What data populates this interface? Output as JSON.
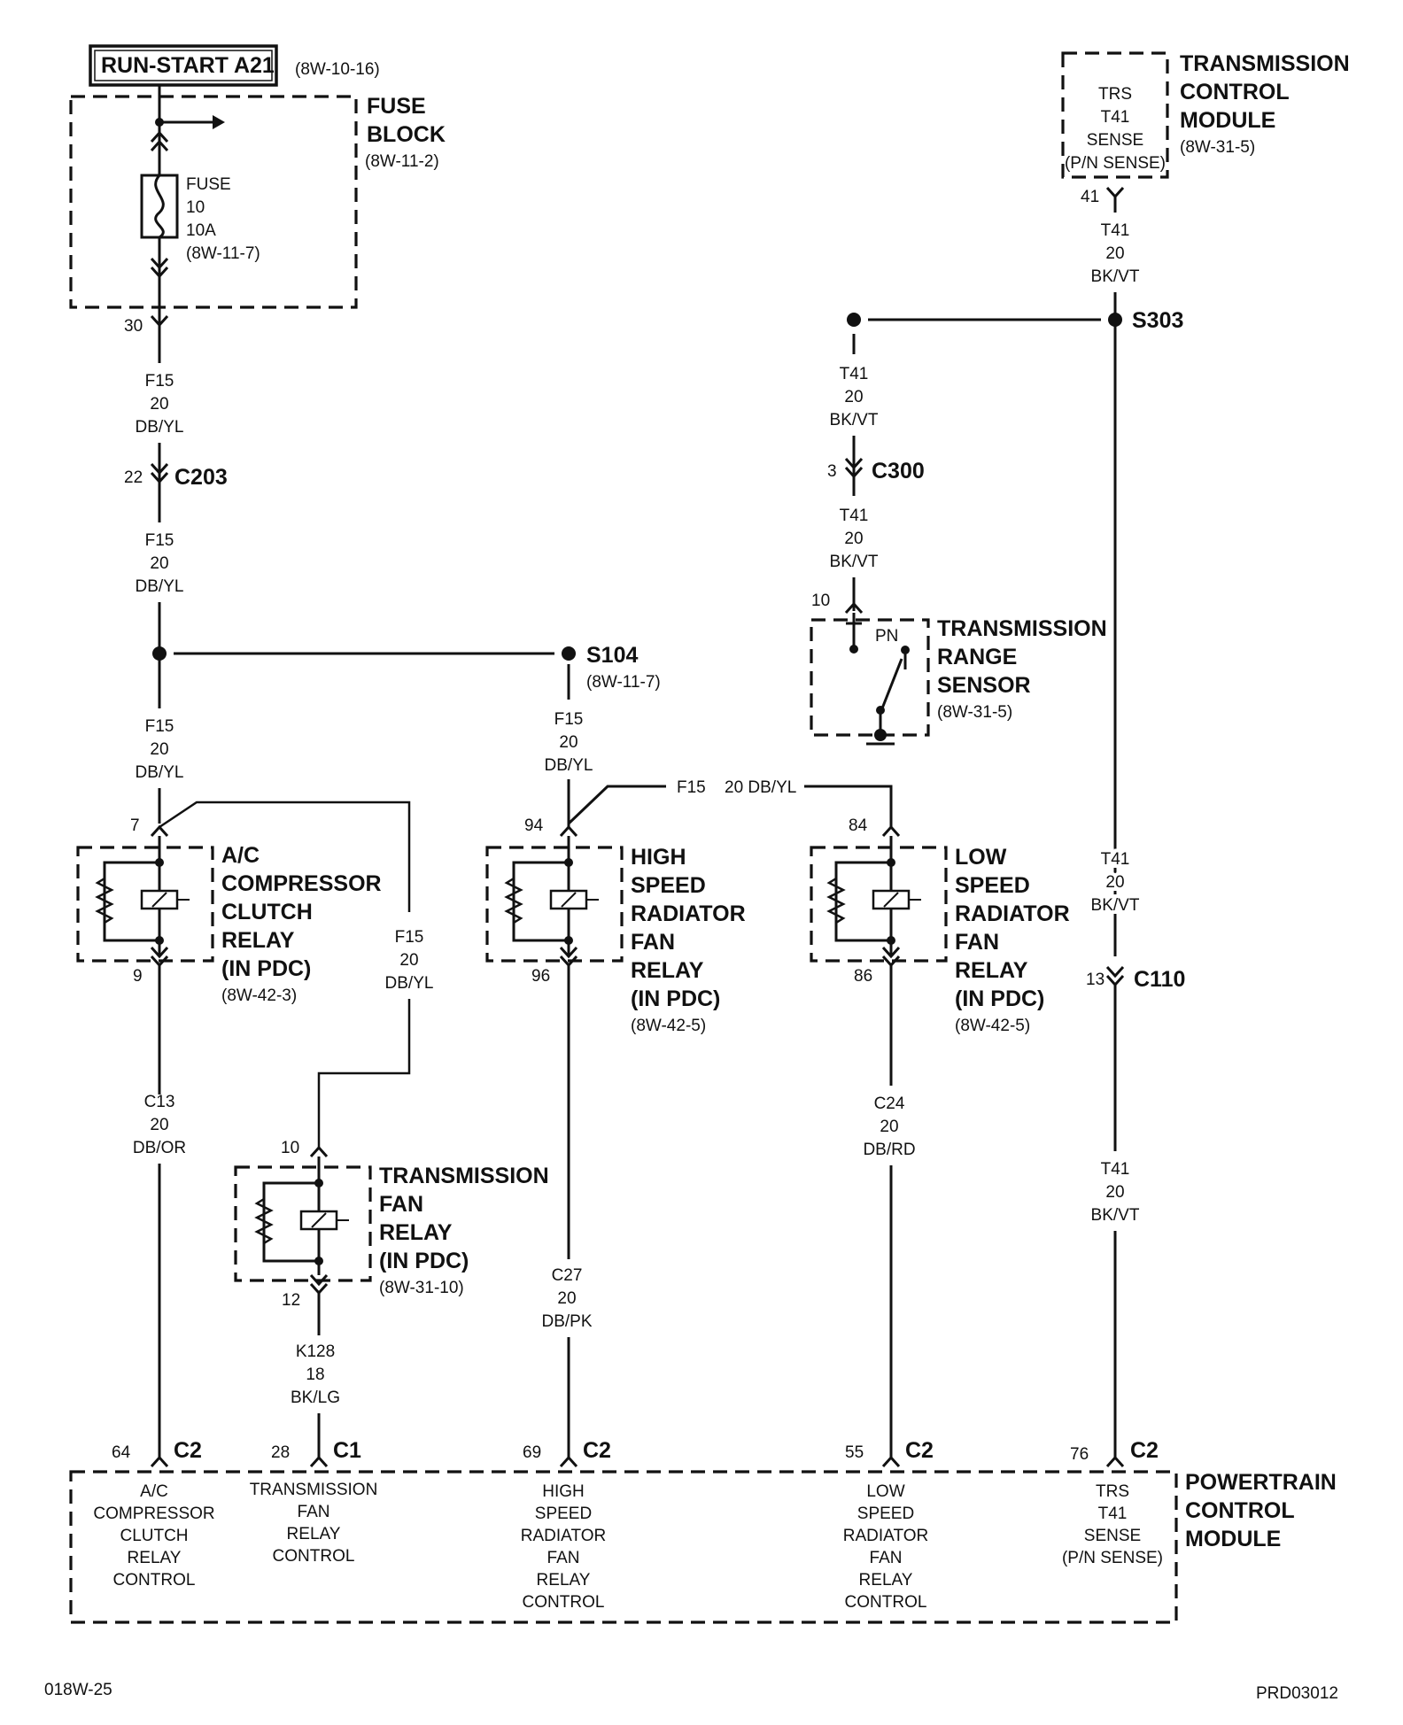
{
  "header": {
    "source_label": "RUN-START A21",
    "source_ref": "(8W-10-16)"
  },
  "fuse_block": {
    "title_line1": "FUSE",
    "title_line2": "BLOCK",
    "ref": "(8W-11-2)",
    "fuse_name": "FUSE",
    "fuse_number": "10",
    "fuse_rating": "10A",
    "fuse_ref": "(8W-11-7)",
    "pin": "30"
  },
  "wires": {
    "f15_a": [
      "F15",
      "20",
      "DB/YL"
    ],
    "f15_b": [
      "F15",
      "20",
      "DB/YL"
    ],
    "f15_c": [
      "F15",
      "20",
      "DB/YL"
    ],
    "f15_d": [
      "F15",
      "20",
      "DB/YL"
    ],
    "f15_e": [
      "F15",
      "20",
      "DB/YL"
    ],
    "f15_inline": {
      "circuit": "F15",
      "spec": "20 DB/YL"
    },
    "c13": [
      "C13",
      "20",
      "DB/OR"
    ],
    "k128": [
      "K128",
      "18",
      "BK/LG"
    ],
    "c27": [
      "C27",
      "20",
      "DB/PK"
    ],
    "c24": [
      "C24",
      "20",
      "DB/RD"
    ],
    "t41_a": [
      "T41",
      "20",
      "BK/VT"
    ],
    "t41_b": [
      "T41",
      "20",
      "BK/VT"
    ],
    "t41_c": [
      "T41",
      "20",
      "BK/VT"
    ],
    "t41_d": [
      "T41",
      "20",
      "BK/VT"
    ],
    "t41_e": [
      "T41",
      "20",
      "BK/VT"
    ]
  },
  "connectors": {
    "c203": {
      "pin": "22",
      "name": "C203"
    },
    "c300": {
      "pin": "3",
      "name": "C300"
    },
    "c110": {
      "pin": "13",
      "name": "C110"
    }
  },
  "splices": {
    "s104": {
      "name": "S104",
      "ref": "(8W-11-7)"
    },
    "s303": {
      "name": "S303"
    }
  },
  "tcm": {
    "title": [
      "TRANSMISSION",
      "CONTROL",
      "MODULE"
    ],
    "ref": "(8W-31-5)",
    "terminal": [
      "TRS",
      "T41",
      "SENSE",
      "(P/N SENSE)"
    ],
    "pin": "41"
  },
  "trs": {
    "title": [
      "TRANSMISSION",
      "RANGE",
      "SENSOR"
    ],
    "ref": "(8W-31-5)",
    "pin": "10",
    "contact": "PN"
  },
  "relays": {
    "ac": {
      "title": [
        "A/C",
        "COMPRESSOR",
        "CLUTCH",
        "RELAY",
        "(IN PDC)"
      ],
      "ref": "(8W-42-3)",
      "pin_in": "7",
      "pin_out": "9"
    },
    "hs": {
      "title": [
        "HIGH",
        "SPEED",
        "RADIATOR",
        "FAN",
        "RELAY",
        "(IN PDC)"
      ],
      "ref": "(8W-42-5)",
      "pin_in": "94",
      "pin_out": "96"
    },
    "ls": {
      "title": [
        "LOW",
        "SPEED",
        "RADIATOR",
        "FAN",
        "RELAY",
        "(IN PDC)"
      ],
      "ref": "(8W-42-5)",
      "pin_in": "84",
      "pin_out": "86"
    },
    "tf": {
      "title": [
        "TRANSMISSION",
        "FAN",
        "RELAY",
        "(IN PDC)"
      ],
      "ref": "(8W-31-10)",
      "pin_in": "10",
      "pin_out": "12"
    }
  },
  "pcm": {
    "title": [
      "POWERTRAIN",
      "CONTROL",
      "MODULE"
    ],
    "pins": [
      {
        "pin": "64",
        "conn": "C2",
        "label": [
          "A/C",
          "COMPRESSOR",
          "CLUTCH",
          "RELAY",
          "CONTROL"
        ]
      },
      {
        "pin": "28",
        "conn": "C1",
        "label": [
          "TRANSMISSION",
          "FAN",
          "RELAY",
          "CONTROL"
        ]
      },
      {
        "pin": "69",
        "conn": "C2",
        "label": [
          "HIGH",
          "SPEED",
          "RADIATOR",
          "FAN",
          "RELAY",
          "CONTROL"
        ]
      },
      {
        "pin": "55",
        "conn": "C2",
        "label": [
          "LOW",
          "SPEED",
          "RADIATOR",
          "FAN",
          "RELAY",
          "CONTROL"
        ]
      },
      {
        "pin": "76",
        "conn": "C2",
        "label": [
          "TRS",
          "T41",
          "SENSE",
          "(P/N SENSE)"
        ]
      }
    ]
  },
  "footer": {
    "left": "018W-25",
    "right": "PRD03012"
  }
}
